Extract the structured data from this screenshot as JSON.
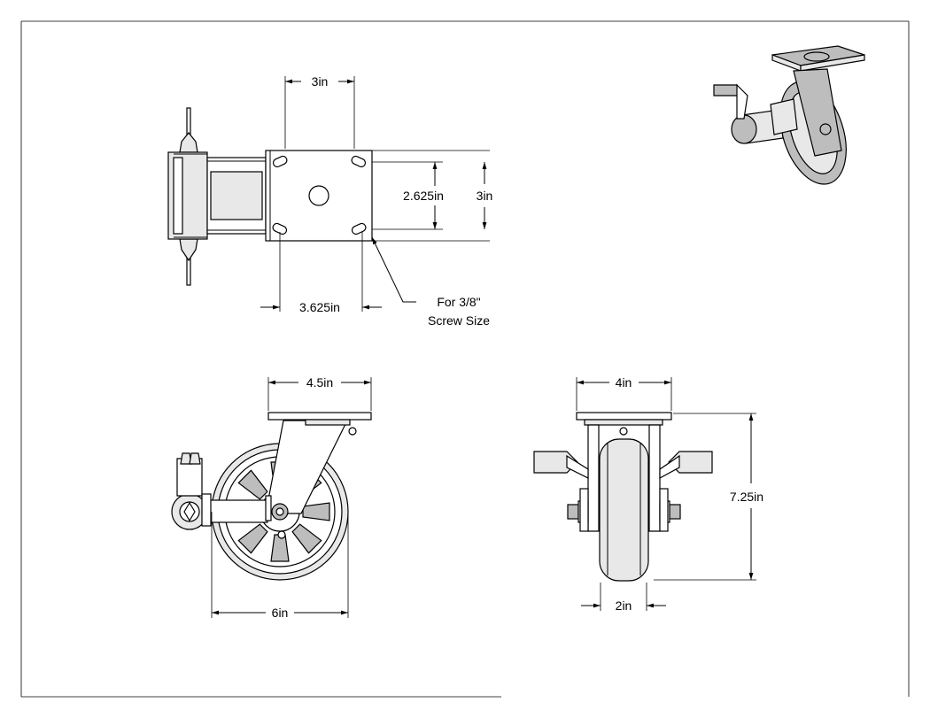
{
  "drawing": {
    "top_view": {
      "dim_plate_width": "3in",
      "dim_bolt_spacing_y": "2.625in",
      "dim_plate_height": "3in",
      "dim_bolt_spacing_x": "3.625in",
      "note_line1": "For 3/8\"",
      "note_line2": "Screw Size"
    },
    "side_view": {
      "dim_top_width": "4.5in",
      "dim_wheel_diameter": "6in"
    },
    "front_view": {
      "dim_plate_width": "4in",
      "dim_overall_height": "7.25in",
      "dim_wheel_width": "2in"
    }
  }
}
